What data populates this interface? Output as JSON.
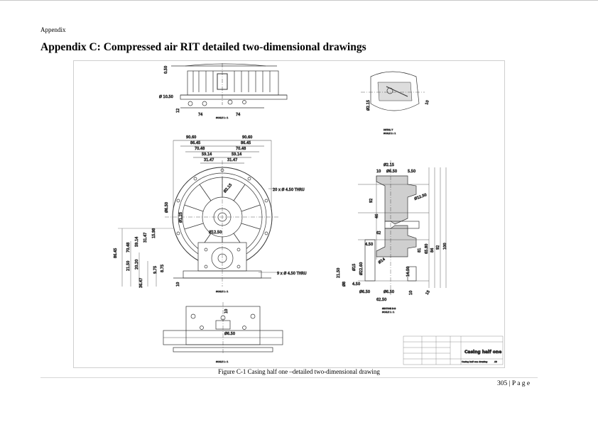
{
  "page": {
    "running_head": "Appendix",
    "heading": "Appendix C: Compressed air RIT detailed two-dimensional drawings",
    "caption": "Figure C-1 Casing half one –detailed two-dimensional drawing",
    "page_number": "305 | P a g e"
  },
  "drawing": {
    "top_view": {
      "dims": [
        "0.50",
        "Ø 10.50",
        "12",
        "74",
        "74"
      ],
      "scale": "SCALE 1 : 1"
    },
    "front_view": {
      "dims_left": [
        "90.60",
        "86.45",
        "70.48",
        "59.14",
        "31.47"
      ],
      "dims_right": [
        "90.60",
        "86.45",
        "70.48",
        "59.14",
        "31.47"
      ],
      "dims_vertical": [
        "86.45",
        "70.48",
        "59.14",
        "31.47",
        "15.98",
        "21.50",
        "20.20",
        "36.47",
        "9.75",
        "8.75",
        "10"
      ],
      "inner": [
        "Ø6.50",
        "Ø2.15",
        "Ø1.25",
        "Ø12.50"
      ],
      "callout_holes_top": "20 x  Ø 4.50 THRU",
      "callout_holes_bottom": "9 x  Ø 4.50 THRU",
      "scale": "SCALE 1 : 1"
    },
    "detail_view": {
      "dims": [
        "Ø2.15",
        "10"
      ],
      "label": "DETAIL T",
      "scale": "SCALE 2 : 1"
    },
    "section_view": {
      "dims": [
        "Ø2.15",
        "10",
        "Ø6.50",
        "5.50",
        "Ø12.50",
        "92",
        "46",
        "62",
        "4.50",
        "4.50",
        "Ø15",
        "Ø22.60",
        "Ø8",
        "21.50",
        "Ø6.50",
        "Ø6.50",
        "62.50",
        "10",
        "15",
        "81",
        "65.80",
        "84",
        "92",
        "100",
        "Ø14",
        "14.50"
      ],
      "label": "SECTION B-B",
      "scale": "SCALE 1 : 1"
    },
    "bottom_view": {
      "dims": [
        "10",
        "Ø6.50"
      ],
      "scale": "SCALE 1 : 1"
    },
    "title_block": {
      "title": "Casing half one",
      "subtitle": "Casing half one drawing",
      "sheet": "A3"
    }
  }
}
